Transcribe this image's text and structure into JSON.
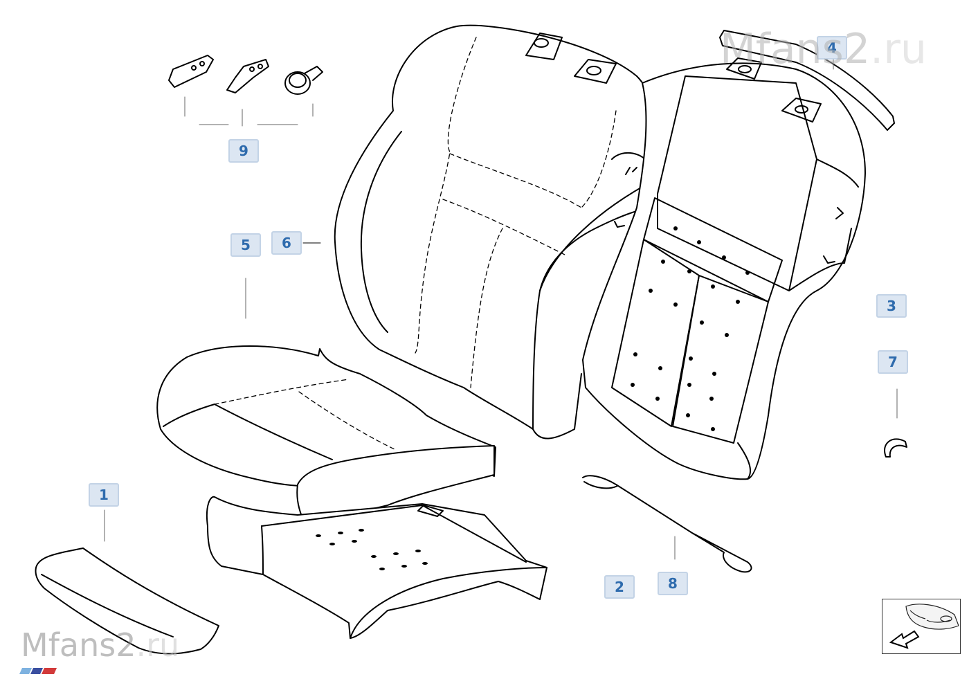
{
  "callouts": {
    "c1": "1",
    "c2": "2",
    "c3": "3",
    "c4": "4",
    "c5": "5",
    "c6": "6",
    "c7": "7",
    "c8": "8",
    "c9": "9"
  },
  "watermark": {
    "top_brand": "Mfans2",
    "top_suffix": ".ru",
    "bottom_brand": "Mfans2",
    "bottom_suffix": ".ru"
  },
  "colors": {
    "callout_bg": "#dce6f2",
    "callout_text": "#2e6bad",
    "line": "#000000"
  },
  "icons": {
    "nav": "next-diagram-arrow-icon"
  }
}
